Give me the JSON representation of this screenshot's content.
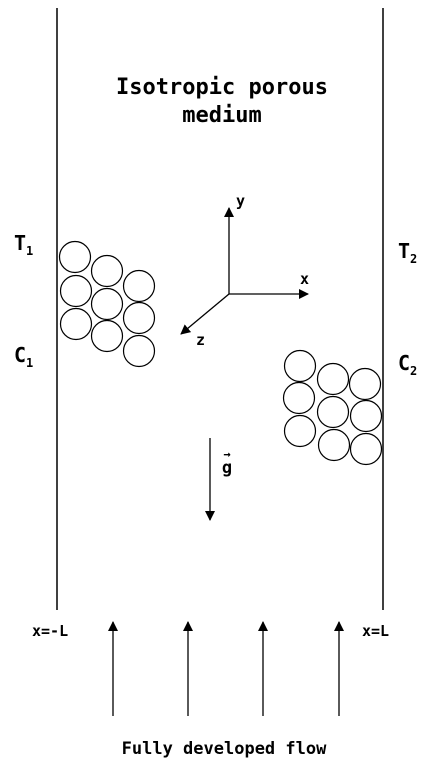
{
  "title": {
    "line1": "Isotropic porous",
    "line2": "medium"
  },
  "left_wall": {
    "temperature": "T",
    "temperature_sub": "1",
    "concentration": "C",
    "concentration_sub": "1",
    "position_label": "x=-L"
  },
  "right_wall": {
    "temperature": "T",
    "temperature_sub": "2",
    "concentration": "C",
    "concentration_sub": "2",
    "position_label": "x=L"
  },
  "axes": {
    "x": "x",
    "y": "y",
    "z": "z"
  },
  "gravity": {
    "symbol": "g",
    "vector_mark": "→"
  },
  "caption": "Fully developed flow",
  "colors": {
    "line": "#000000",
    "background": "#ffffff"
  }
}
